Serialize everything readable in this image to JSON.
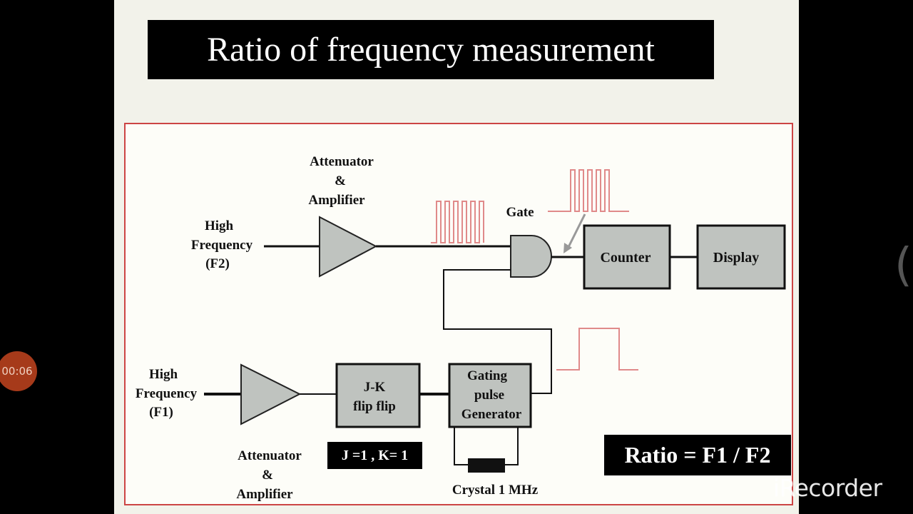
{
  "slide": {
    "title": "Ratio of frequency measurement"
  },
  "diagram": {
    "input_top": [
      "High",
      "Frequency",
      "(F2)"
    ],
    "input_bottom": [
      "High",
      "Frequency",
      "(F1)"
    ],
    "amp_top": [
      "Attenuator",
      "&",
      "Amplifier"
    ],
    "amp_bottom": [
      "Attenuator",
      "&",
      "Amplifier"
    ],
    "gate_label": "Gate",
    "counter_label": "Counter",
    "display_label": "Display",
    "jk_label": [
      "J-K",
      "flip flip"
    ],
    "gating_label": [
      "Gating",
      "pulse",
      "Generator"
    ],
    "crystal_label": "Crystal 1 MHz",
    "jk_condition": "J =1 , K= 1",
    "ratio_formula": "Ratio = F1 / F2",
    "colors": {
      "signal": "#e08a8a",
      "block_fill": "#bfc3bf",
      "frame_border": "#cc4444"
    }
  },
  "overlay": {
    "recorder_timer": "00:06",
    "watermark": "iRecorder",
    "side_glyph": "("
  }
}
